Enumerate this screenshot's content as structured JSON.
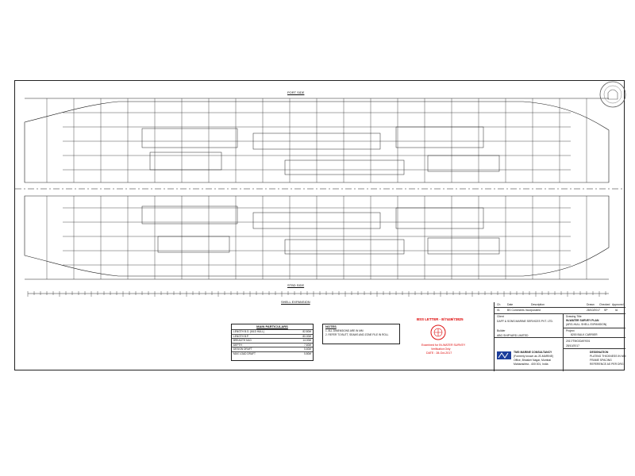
{
  "sides": {
    "port": "PORT SIDE",
    "starboard": "STBD SIDE"
  },
  "sheet_title": "SHELL EXPANSION",
  "main_particulars": {
    "title": "MAIN PARTICULARS",
    "rows": [
      {
        "label": "LENGTH B.O. (MLD HULL)",
        "value": "82.80M"
      },
      {
        "label": "LENGTH B.P.",
        "value": "80.00M"
      },
      {
        "label": "BREADTH MLD",
        "value": "14.00M"
      },
      {
        "label": "DEPTH",
        "value": "7.60M"
      },
      {
        "label": "DESIGN DRAFT",
        "value": "5.60M"
      },
      {
        "label": "MAX LOAD DRAFT",
        "value": "5.80M"
      }
    ]
  },
  "notes": {
    "title": "NOTES",
    "items": [
      "1. ALL DIMENSIONS ARE IN MM",
      "2. REFER TO BUTT, SEAMS AND ZONE FILE IN ROLL"
    ]
  },
  "stamp": {
    "letter": "BSS LETTER - E/7449/73825",
    "approval": "Examined for IN-WATER SURVEY",
    "approval_sub": "Verification Only",
    "date": "DATE : 28-Oct-2017"
  },
  "title_block": {
    "rev_header": [
      "Ch",
      "Date",
      "Description",
      "Drawn",
      "Checked",
      "Approved"
    ],
    "rev_row": [
      "01",
      "BS Comments Incorporated",
      "28/10/2017",
      "SP",
      "IA"
    ],
    "owner_label": "Client",
    "owner": "DAFF & SONS MARINE SERVICES PVT. LTD.",
    "builder_label": "Builder",
    "builder": "ABG SHIPYARD LIMITED",
    "drawing_title_label": "Drawing Title",
    "drawing_title": "IN-WATER SURVEY PLAN",
    "drawing_title_sub": "(ARG-HULL SHELL EXPANSION)",
    "project_label": "Project",
    "project": "8200 BULK CARRIER",
    "consultant": "TMG MARINE CONSULTANCY",
    "consultant_sub": "(Formerly known as JS-MARINE)",
    "address": [
      "Office, Bhasker Nagar, Mumbai",
      "Maharashtra - 400 001, India"
    ],
    "legend_title": "DESIGNATION",
    "legend": [
      "PLATING THICKNESS IN MM",
      "FRAME SPACING",
      "REFERENCE AS PER DRG"
    ],
    "dwg_no": "2017/TMG/DAF/001",
    "date": "28/10/2017"
  },
  "colors": {
    "line": "#1a1a1a",
    "stamp_red": "#dd1111",
    "logo_blue": "#1d3e9c"
  },
  "icons": {
    "emblem": "ashoka-emblem-icon",
    "approval_seal": "approval-seal-icon",
    "consultant_logo": "consultant-logo-icon"
  }
}
